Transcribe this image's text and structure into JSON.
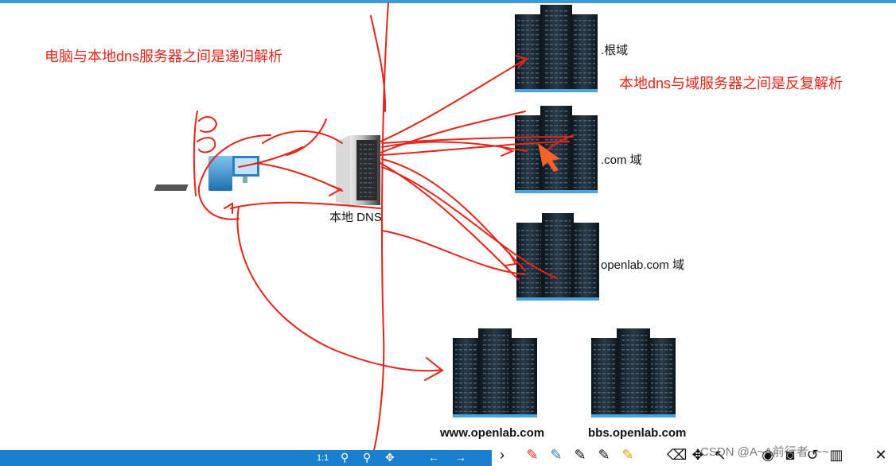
{
  "notes": {
    "recursive": "电脑与本地dns服务器之间是递归解析",
    "iterative": "本地dns与域服务器之间是反复解析"
  },
  "labels": {
    "local_dns": "本地 DNS",
    "root": ".根域",
    "com": ".com 域",
    "openlab_com": "openlab.com 域",
    "www": "www.openlab.com",
    "bbs": "bbs.openlab.com"
  },
  "toolbar": {
    "zoom": "1:1",
    "watermark": "CSDN @A~A前行者~~~"
  },
  "colors": {
    "annotation": "#e8231a",
    "server": "#1c2833",
    "server_light": "#5dade2"
  }
}
